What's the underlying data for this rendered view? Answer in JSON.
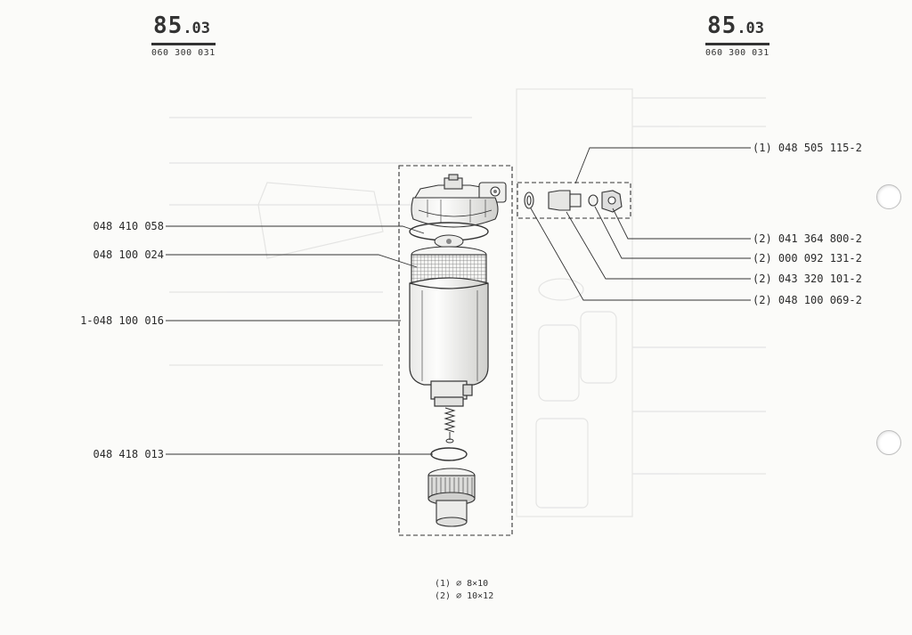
{
  "header": {
    "left": {
      "code": "85",
      "suffix": ".03",
      "ref": "060 300 031"
    },
    "right": {
      "code": "85",
      "suffix": ".03",
      "ref": "060 300 031"
    }
  },
  "callouts_left": [
    {
      "label": "048 410 058"
    },
    {
      "label": "048 100 024"
    },
    {
      "label": "1-048 100 016"
    },
    {
      "label": "048 418 013"
    }
  ],
  "callouts_right": [
    {
      "label": "(1) 048 505 115-2"
    },
    {
      "label": "(2) 041 364 800-2"
    },
    {
      "label": "(2) 000 092 131-2"
    },
    {
      "label": "(2) 043 320 101-2"
    },
    {
      "label": "(2) 048 100 069-2"
    }
  ],
  "legend": [
    {
      "text": "(1) ∅ 8×10"
    },
    {
      "text": "(2) ∅ 10×12"
    }
  ]
}
